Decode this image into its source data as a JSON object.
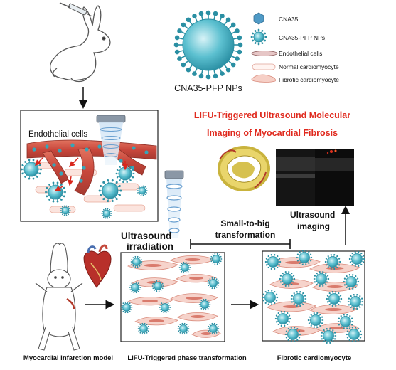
{
  "title_line1": "LIFU-Triggered Ultrasound Molecular",
  "title_line2": "Imaging of  Myocardial Fibrosis",
  "nanoparticle_label": "CNA35-PFP NPs",
  "legend": {
    "cna35": "CNA35",
    "nps": "CNA35-PFP NPs",
    "endothelial": "Endothelial cells",
    "normal": "Normal cardiomyocyte",
    "fibrotic": "Fibrotic cardiomyocyte"
  },
  "vessel_panel_label": "Endothelial cells",
  "ultrasound_irradiation_line1": "Ultrasound",
  "ultrasound_irradiation_line2": "irradiation",
  "transform_line1": "Small-to-big",
  "transform_line2": "transformation",
  "imaging_line1": "Ultrasound",
  "imaging_line2": "imaging",
  "bottom_labels": {
    "model": "Myocardial infarction model",
    "phase": "LIFU-Triggered phase transformation",
    "fibrotic": "Fibrotic cardiomyocyte"
  },
  "colors": {
    "title_red": "#e02a1e",
    "particle_teal": "#36a5b8",
    "vessel_red": "#c8473c",
    "cell_pink": "#f0b6ad",
    "hexagon_blue": "#4f9ac6"
  }
}
